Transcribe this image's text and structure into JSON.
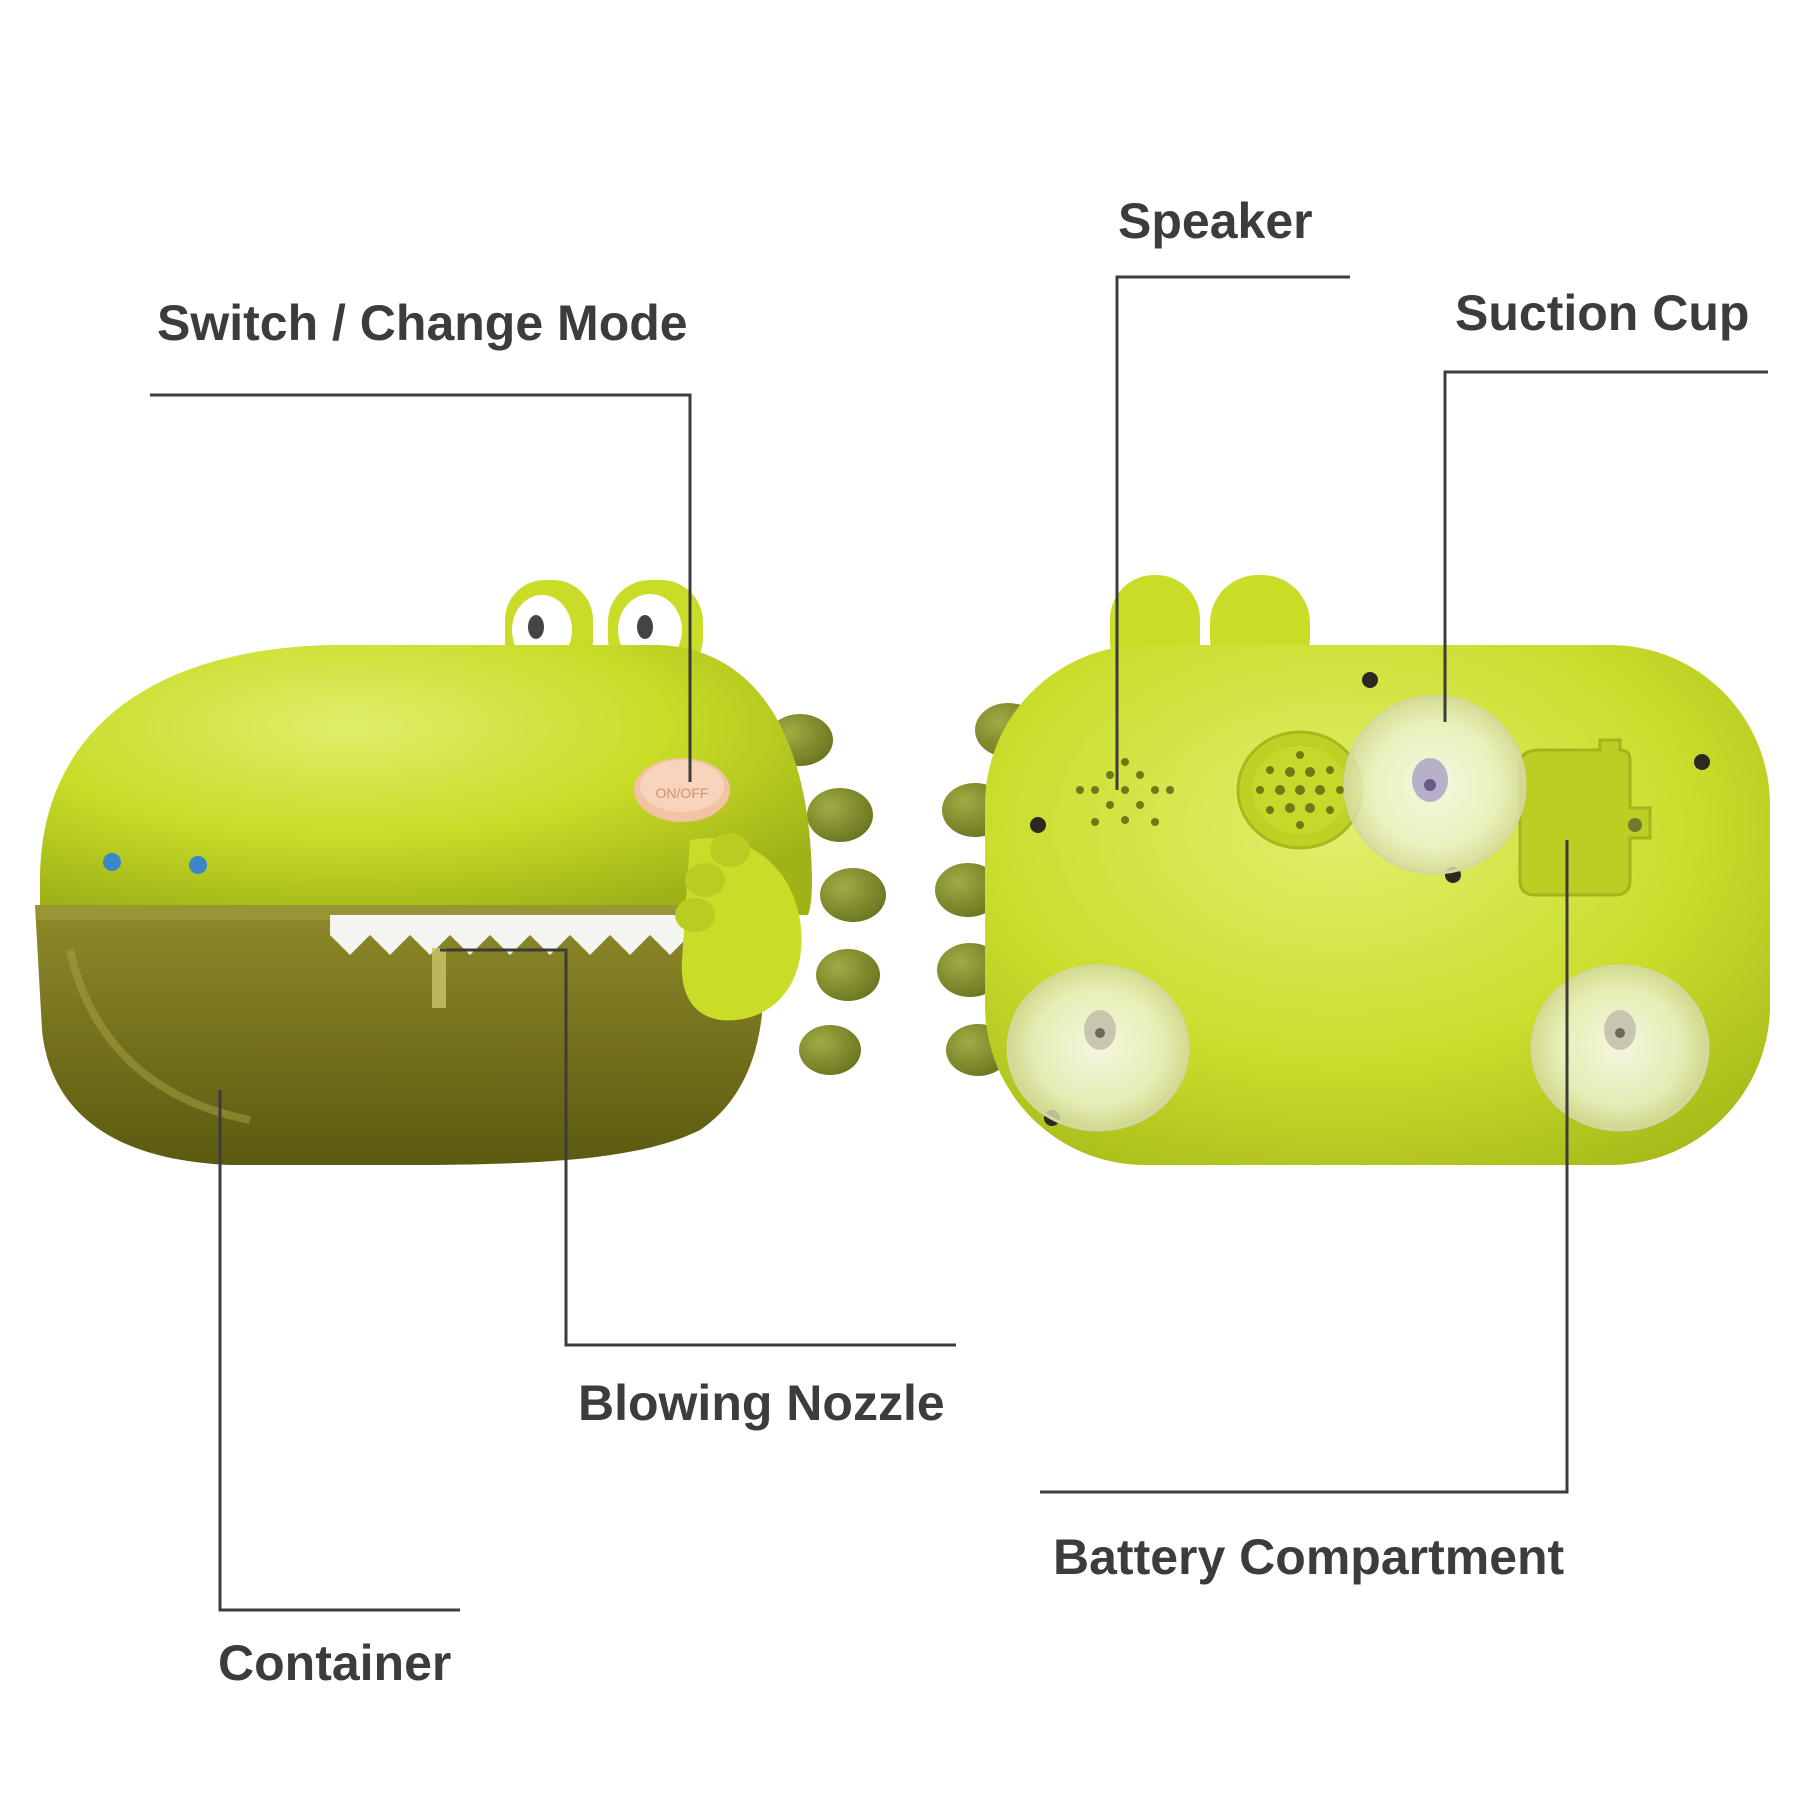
{
  "labels": {
    "switch": "Switch / Change Mode",
    "speaker": "Speaker",
    "suction_cup": "Suction Cup",
    "blowing_nozzle": "Blowing Nozzle",
    "battery_compartment": "Battery Compartment",
    "container": "Container"
  },
  "button_text": "ON/OFF",
  "colors": {
    "body": "#c8dc28",
    "body_highlight": "#dcec5a",
    "body_shadow": "#a6b818",
    "spikes": "#7f8a2a",
    "container": "#6f6c14",
    "container_light": "#908a2a",
    "switch": "#f3c3a3",
    "eye_dot": "#3a86c8",
    "text": "#3c3c3c"
  }
}
